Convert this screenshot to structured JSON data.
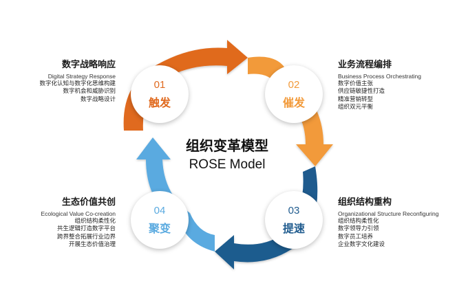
{
  "center": {
    "title_cn": "组织变革模型",
    "title_en": "ROSE Model"
  },
  "stages": [
    {
      "num": "01",
      "name": "触发",
      "color": "#E06A1F",
      "title": "数字战略响应",
      "subtitle_en": "Digital Strategy Response",
      "items": [
        "数字化认知与数字化思维构建",
        "数字机会和威胁识别",
        "数字战略设计"
      ]
    },
    {
      "num": "02",
      "name": "催发",
      "color": "#F29A3A",
      "title": "业务流程编排",
      "subtitle_en": "Business Process Orchestrating",
      "items": [
        "数字价值主张",
        "供应链敏捷性打造",
        "精准营销转型",
        "组织双元平衡"
      ]
    },
    {
      "num": "03",
      "name": "提速",
      "color": "#1F5B8E",
      "title": "组织结构重构",
      "subtitle_en": "Organizational Structure Reconfiguring",
      "items": [
        "组织结构柔性化",
        "数字领导力引领",
        "数字员工培养",
        "企业数字文化建设"
      ]
    },
    {
      "num": "04",
      "name": "聚变",
      "color": "#5AAAE0",
      "title": "生态价值共创",
      "subtitle_en": "Ecological Value Co-creation",
      "items": [
        "组织结构柔性化",
        "共生逻辑打造数字平台",
        "跨界整合拓展行业边界",
        "开展生态价值治理"
      ]
    }
  ],
  "colors": {
    "orange_dark": "#E06A1F",
    "orange_light": "#F29A3A",
    "blue_dark": "#1F5B8E",
    "blue_light": "#5AAAE0"
  }
}
